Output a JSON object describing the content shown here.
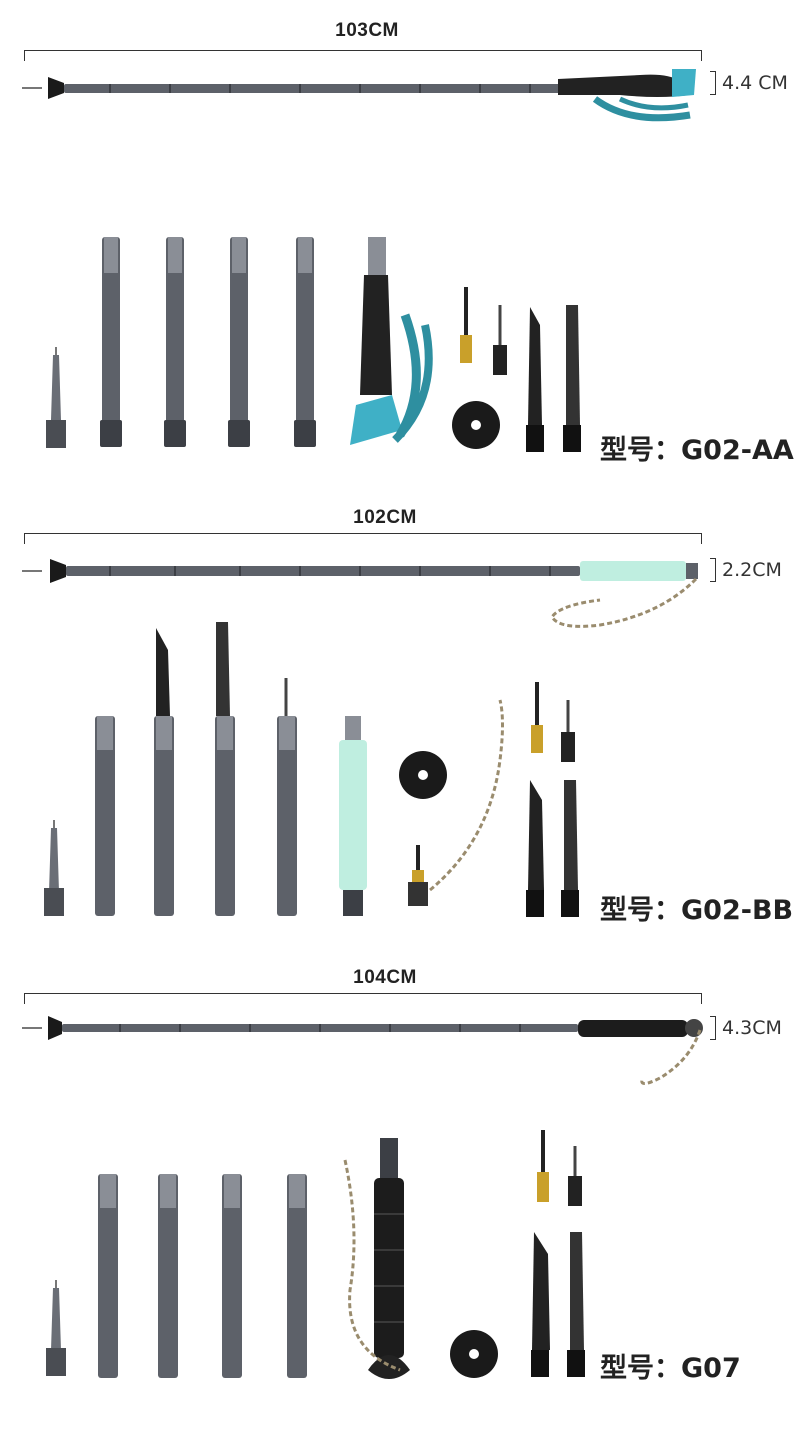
{
  "products": [
    {
      "length_label": "103CM",
      "diameter_label": "4.4 CM",
      "model_prefix": "型号：",
      "model_code": "G02-AA",
      "grip_color": "#222222",
      "strap_color": "#2e8fa0"
    },
    {
      "length_label": "102CM",
      "diameter_label": "2.2CM",
      "model_prefix": "型号：",
      "model_code": "G02-BB",
      "grip_color": "#bfeee0",
      "strap_color": "#9a8c6e"
    },
    {
      "length_label": "104CM",
      "diameter_label": "4.3CM",
      "model_prefix": "型号：",
      "model_code": "G07",
      "grip_color": "#1c1c1c",
      "strap_color": "#9a8c6e"
    }
  ],
  "colors": {
    "metal": "#5d6169",
    "metal_light": "#8a8e96",
    "metal_dark": "#3c3f45",
    "brass": "#c9a02a",
    "black": "#1a1a1a"
  }
}
